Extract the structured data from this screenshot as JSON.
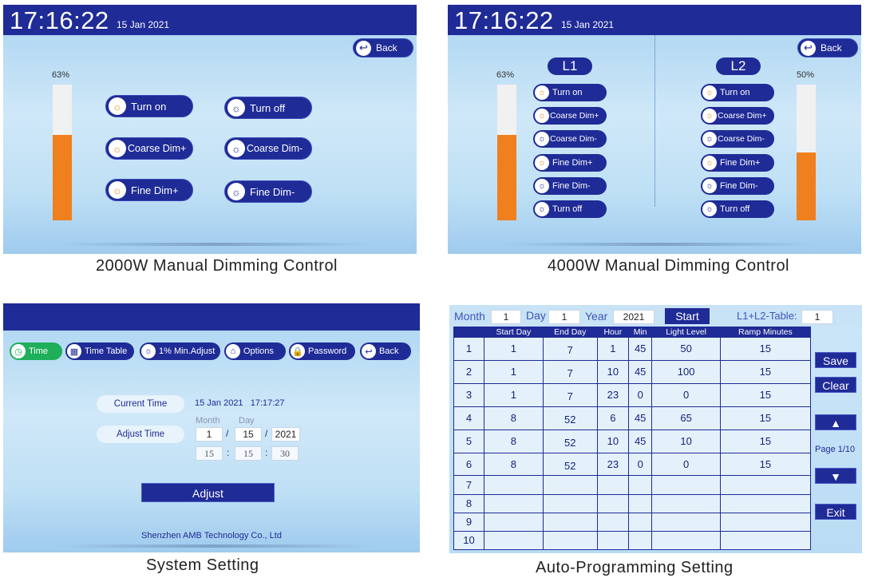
{
  "colors": {
    "accent": "#1f2b96",
    "fill": "#f07f1e",
    "background": "#cfe8f8"
  },
  "p1": {
    "time": "17:16:22",
    "date": "15 Jan 2021",
    "back": "Back",
    "level_pct": "63%",
    "level": 0.63,
    "buttons": {
      "turn_on": "Turn on",
      "turn_off": "Turn off",
      "coarse_plus": "Coarse Dim+",
      "coarse_minus": "Coarse Dim-",
      "fine_plus": "Fine Dim+",
      "fine_minus": "Fine Dim-"
    },
    "caption": "2000W Manual Dimming Control"
  },
  "p2": {
    "time": "17:16:22",
    "date": "15 Jan 2021",
    "back": "Back",
    "l1": "L1",
    "l2": "L2",
    "l1_pct": "63%",
    "l1_level": 0.63,
    "l2_pct": "50%",
    "l2_level": 0.5,
    "buttons": {
      "turn_on": "Turn on",
      "coarse_plus": "Coarse Dim+",
      "coarse_minus": "Coarse Dim-",
      "fine_plus": "Fine Dim+",
      "fine_minus": "Fine Dim-",
      "turn_off": "Turn off"
    },
    "caption": "4000W Manual Dimming Control"
  },
  "p3": {
    "tabs": {
      "time": "Time",
      "time_table": "Time Table",
      "min_adjust": "1% Min.Adjust",
      "options": "Options",
      "password": "Password",
      "back": "Back"
    },
    "current_time_label": "Current Time",
    "current_time_value": "15 Jan 2021   17:17:27",
    "adjust_time_label": "Adjust Time",
    "month_label": "Month",
    "day_label": "Day",
    "month": "1",
    "day": "15",
    "year": "2021",
    "hour": "15",
    "minute": "15",
    "second": "30",
    "sep_slash": "/",
    "sep_colon": ":",
    "adjust_button": "Adjust",
    "company": "Shenzhen AMB Technology Co., Ltd",
    "caption": "System Setting"
  },
  "p4": {
    "month_label": "Month",
    "month": "1",
    "day_label": "Day",
    "day": "1",
    "year_label": "Year",
    "year": "2021",
    "start": "Start",
    "table_label": "L1+L2-Table:",
    "table_value": "1",
    "headers": [
      "Start Day",
      "End Day",
      "Hour",
      "Min",
      "Light Level",
      "Ramp Minutes"
    ],
    "rows": [
      [
        "1",
        "1",
        "7",
        "1",
        "45",
        "50",
        "15"
      ],
      [
        "2",
        "1",
        "7",
        "10",
        "45",
        "100",
        "15"
      ],
      [
        "3",
        "1",
        "7",
        "23",
        "0",
        "0",
        "15"
      ],
      [
        "4",
        "8",
        "52",
        "6",
        "45",
        "65",
        "15"
      ],
      [
        "5",
        "8",
        "52",
        "10",
        "45",
        "10",
        "15"
      ],
      [
        "6",
        "8",
        "52",
        "23",
        "0",
        "0",
        "15"
      ],
      [
        "7",
        "",
        "",
        "",
        "",
        "",
        ""
      ],
      [
        "8",
        "",
        "",
        "",
        "",
        "",
        ""
      ],
      [
        "9",
        "",
        "",
        "",
        "",
        "",
        ""
      ],
      [
        "10",
        "",
        "",
        "",
        "",
        "",
        ""
      ]
    ],
    "save": "Save",
    "clear": "Clear",
    "up": "▲",
    "down": "▼",
    "page": "Page 1/10",
    "exit": "Exit",
    "caption": "Auto-Programming Setting"
  }
}
